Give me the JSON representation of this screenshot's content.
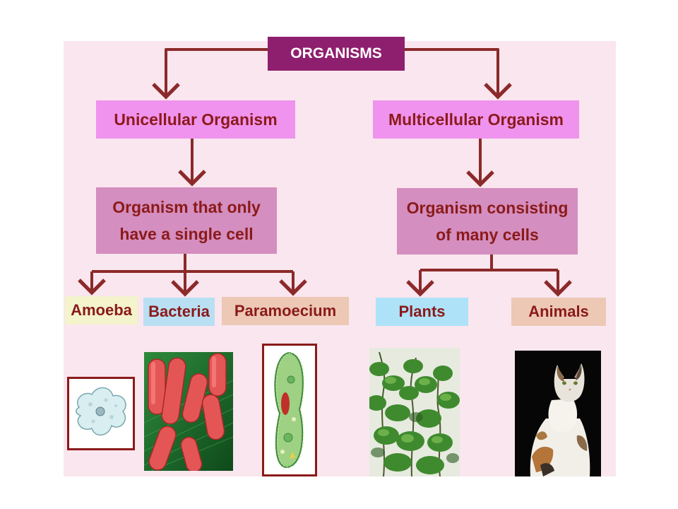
{
  "diagram": {
    "root": "ORGANISMS",
    "unicellular": {
      "title": "Unicellular Organism",
      "description_line1": "Organism that only",
      "description_line2": "have a single cell",
      "examples": [
        "Amoeba",
        "Bacteria",
        "Paramoecium"
      ]
    },
    "multicellular": {
      "title": "Multicellular Organism",
      "description_line1": "Organism consisting",
      "description_line2": "of many cells",
      "examples": [
        "Plants",
        "Animals"
      ]
    }
  },
  "colors": {
    "background": "#fae6ee",
    "root_fill": "#8e1f6e",
    "level1_fill": "#ef93ee",
    "level2_fill": "#d48ebf",
    "arrow": "#8b2a2a",
    "text": "#8b1a1a"
  },
  "illustrations": [
    "amoeba-image",
    "bacteria-image",
    "paramoecium-image",
    "plant-image",
    "cat-image"
  ]
}
